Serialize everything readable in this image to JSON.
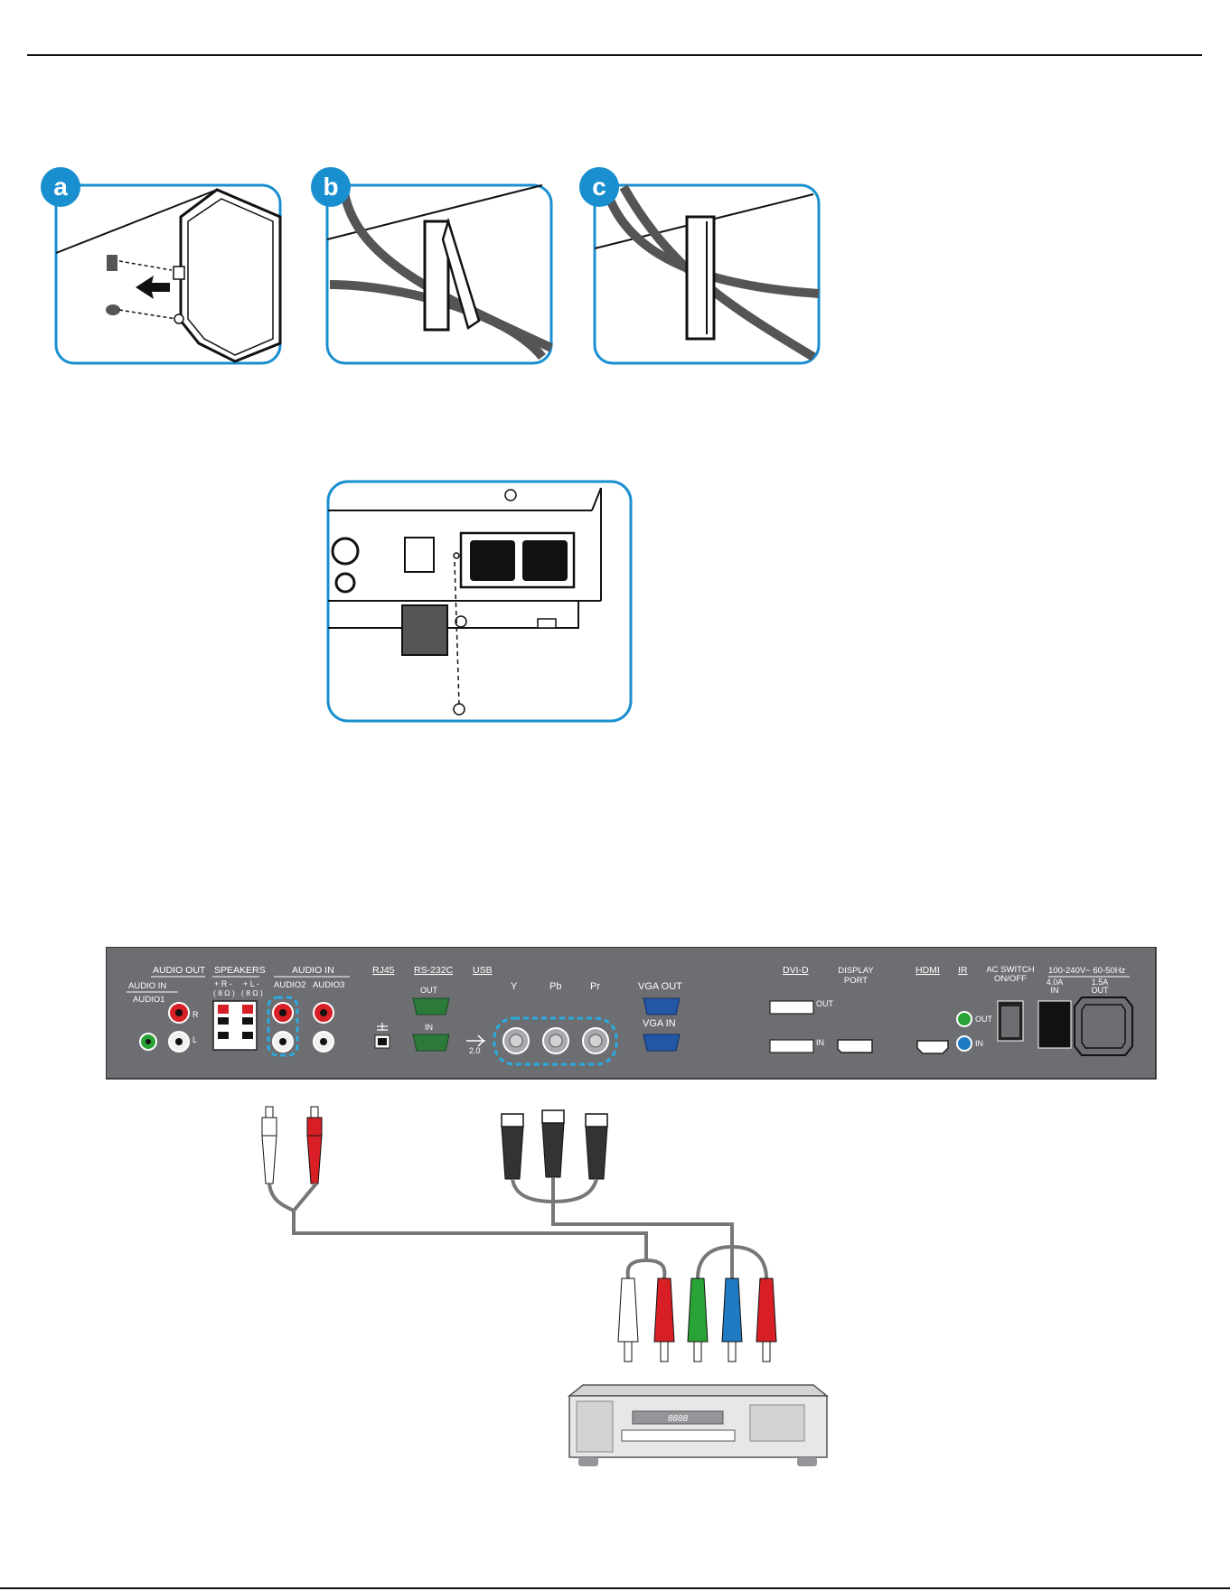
{
  "steps": [
    {
      "badge": "a"
    },
    {
      "badge": "b"
    },
    {
      "badge": "c"
    }
  ],
  "panel": {
    "groups": {
      "audio_out": "AUDIO OUT",
      "speakers": "SPEAKERS",
      "audio_in": "AUDIO IN",
      "rj45": "RJ45",
      "rs232c": "RS-232C",
      "usb": "USB",
      "dvi_d": "DVI-D",
      "display_port_1": "DISPLAY",
      "display_port_2": "PORT",
      "hdmi": "HDMI",
      "ir": "IR",
      "ac_switch_1": "AC SWITCH",
      "ac_switch_2": "ON/OFF",
      "power": "100-240V~ 60-50Hz"
    },
    "labels": {
      "audio_in_left": "AUDIO IN",
      "audio1": "AUDIO1",
      "spk_r": "+ R -",
      "spk_r_ohm": "( 8 Ω )",
      "spk_l": "+ L -",
      "spk_l_ohm": "( 8 Ω )",
      "audio2": "AUDIO2",
      "audio3": "AUDIO3",
      "r": "R",
      "l": "L",
      "rs_out": "OUT",
      "rs_in": "IN",
      "usb_ver": "2.0",
      "y": "Y",
      "pb": "Pb",
      "pr": "Pr",
      "vga_out": "VGA OUT",
      "vga_in": "VGA IN",
      "dvi_out": "OUT",
      "dvi_in": "IN",
      "ir_out": "OUT",
      "ir_in": "IN",
      "in_amp": "4.0A",
      "in_word": "IN",
      "out_amp": "1.5A",
      "out_word": "OUT"
    }
  },
  "dvd": {
    "display": "8888"
  },
  "colors": {
    "accent": "#1a8fd0",
    "panel": "#6d6e71",
    "red": "#d81f26",
    "green": "#2aa336",
    "blue": "#1f7ac2",
    "vga": "#2456a6"
  }
}
